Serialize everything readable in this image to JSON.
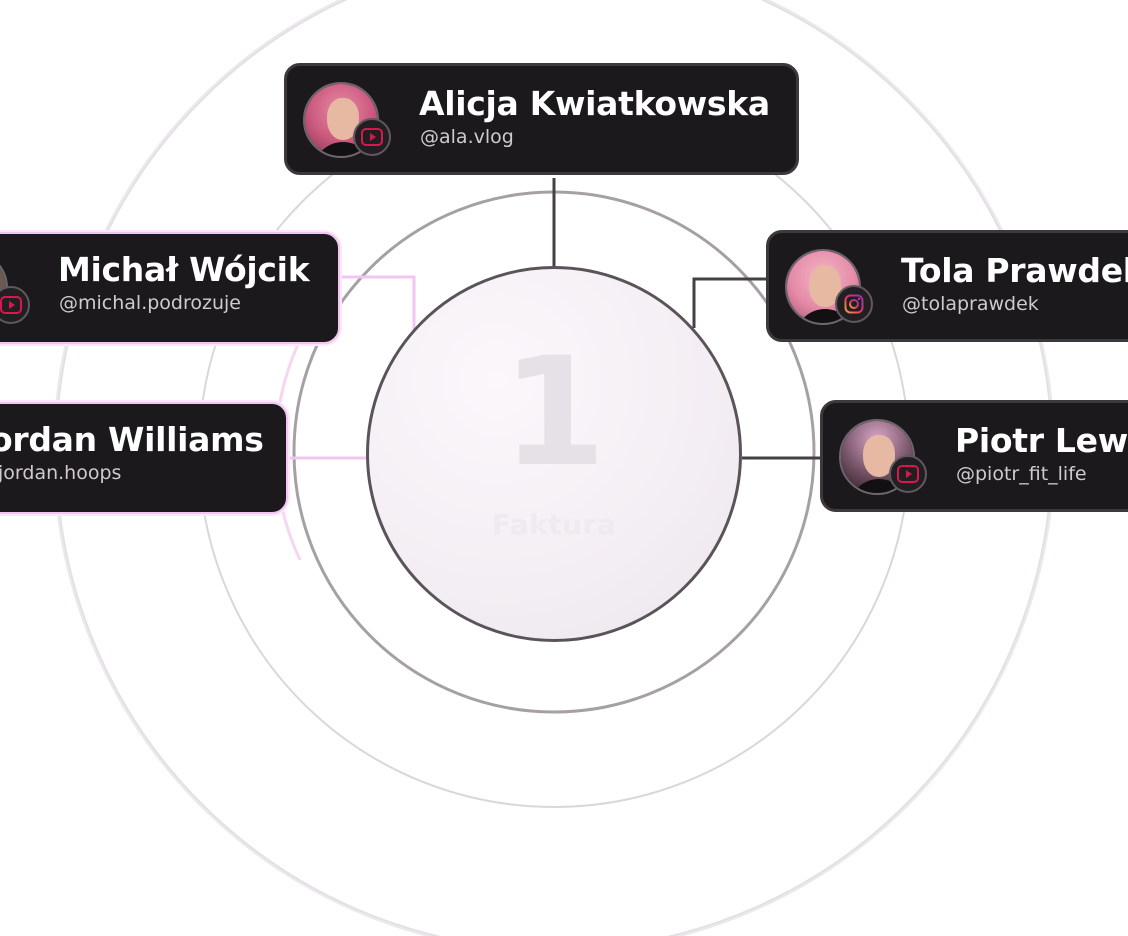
{
  "center": {
    "number": "1",
    "label": "Faktura"
  },
  "cards": [
    {
      "name": "Alicja Kwiatkowska",
      "handle": "@ala.vlog",
      "platform": "youtube-icon"
    },
    {
      "name": "Michał Wójcik",
      "handle": "@michal.podrozuje",
      "platform": "youtube-icon"
    },
    {
      "name": "Tola Prawdek",
      "handle": "@tolaprawdek",
      "platform": "instagram-icon"
    },
    {
      "name": "Jordan Williams",
      "handle": "@jordan.hoops",
      "platform": "youtube-icon"
    },
    {
      "name": "Piotr Lewandowski",
      "handle": "@piotr_fit_life",
      "platform": "youtube-icon"
    }
  ],
  "colors": {
    "card_bg": "#1b191c",
    "card_border": "#3c383c",
    "highlight_border": "#f2c6f0",
    "youtube_red": "#d6184f",
    "ring": "#d9d5d9",
    "connector": "#454045"
  }
}
